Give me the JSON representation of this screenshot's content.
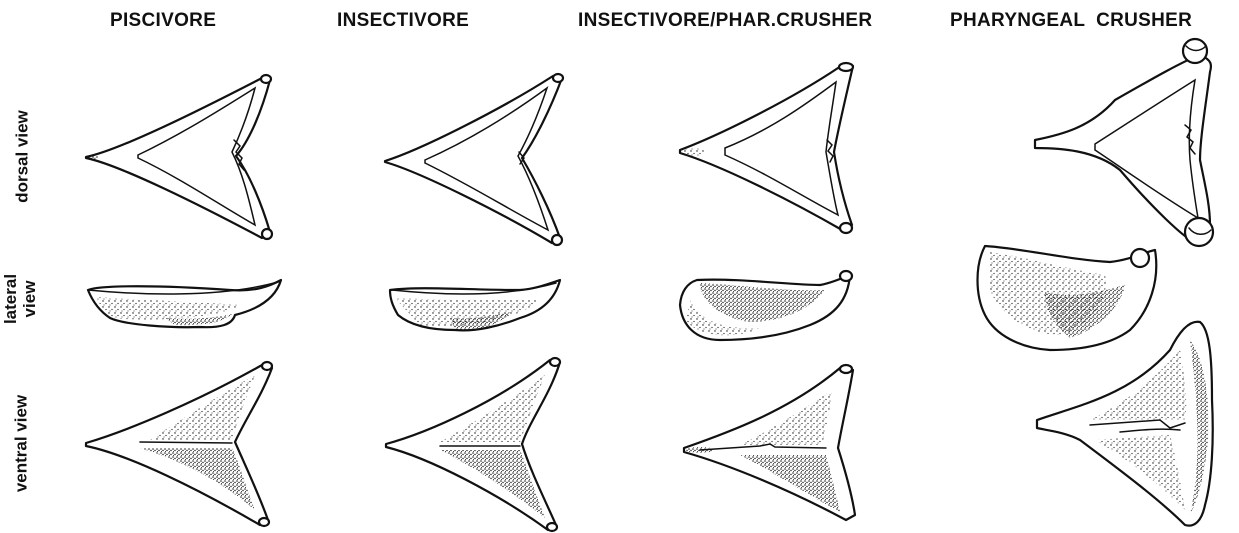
{
  "columns": [
    {
      "label": "PISCIVORE"
    },
    {
      "label": "INSECTIVORE"
    },
    {
      "label": "INSECTIVORE/PHAR.CRUSHER"
    },
    {
      "label": "PHARYNGEAL  CRUSHER"
    }
  ],
  "rows": [
    {
      "label": "dorsal view"
    },
    {
      "label_line1": "lateral",
      "label_line2": "view"
    },
    {
      "label": "ventral view"
    }
  ],
  "colors": {
    "ink": "#111111",
    "background": "#ffffff"
  }
}
